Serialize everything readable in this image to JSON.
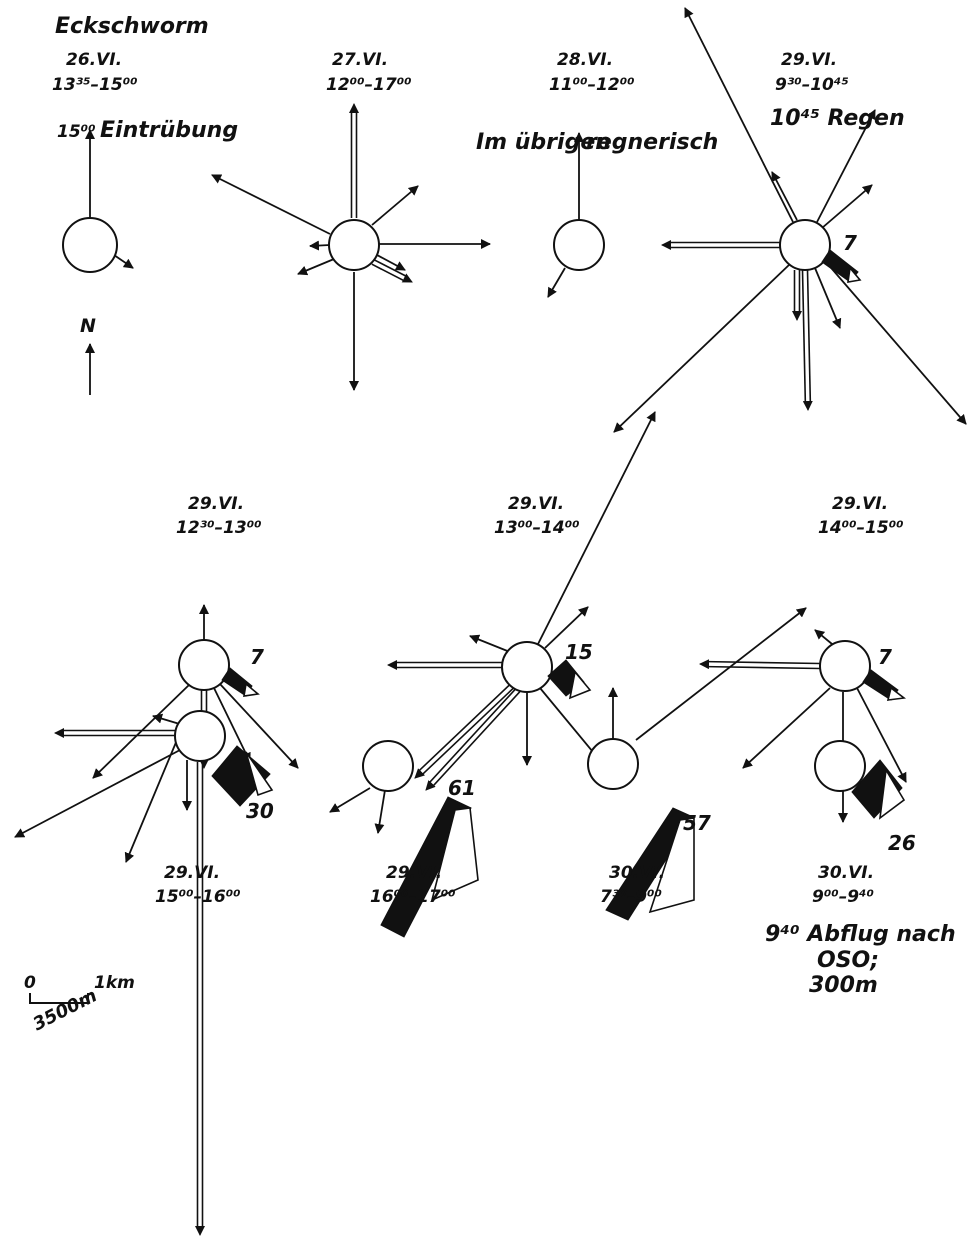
{
  "north": {
    "label": "N"
  },
  "scale": {
    "zero": "0",
    "unit": "1km"
  },
  "sessions": [
    {
      "id": "s1",
      "title": "Eckschworm",
      "date": "26.VI.",
      "time": "13³⁵–15⁰⁰",
      "note_time": "15⁰⁰",
      "note": "Eintrübung"
    },
    {
      "id": "s2",
      "date": "27.VI.",
      "time": "12⁰⁰–17⁰⁰"
    },
    {
      "id": "s3",
      "date": "28.VI.",
      "time": "11⁰⁰–12⁰⁰",
      "note_left": "Im übrigen",
      "note_right": "regnerisch"
    },
    {
      "id": "s4",
      "date": "29.VI.",
      "time": "9³⁰–10⁴⁵",
      "note": "10⁴⁵ Regen",
      "count": "7"
    },
    {
      "id": "s5",
      "date": "29.VI.",
      "time": "12³⁰–13⁰⁰",
      "count": "7"
    },
    {
      "id": "s6",
      "date": "29.VI.",
      "time": "13⁰⁰–14⁰⁰",
      "count": "15"
    },
    {
      "id": "s7",
      "date": "29.VI.",
      "time": "14⁰⁰–15⁰⁰",
      "count": "7"
    },
    {
      "id": "s8",
      "date": "29.VI.",
      "time": "15⁰⁰–16⁰⁰",
      "count": "30",
      "distance": "3500m"
    },
    {
      "id": "s9",
      "date": "29.VI.",
      "time": "16⁰⁰–17⁰⁰",
      "count": "61"
    },
    {
      "id": "s10",
      "date": "30.VI.",
      "time": "7³⁰–9⁰⁰",
      "count": "57"
    },
    {
      "id": "s11",
      "date": "30.VI.",
      "time": "9⁰⁰–9⁴⁰",
      "note_line1": "9⁴⁰ Abflug nach",
      "note_line2": "OSO;",
      "note_line3": "300m",
      "count": "26"
    }
  ]
}
